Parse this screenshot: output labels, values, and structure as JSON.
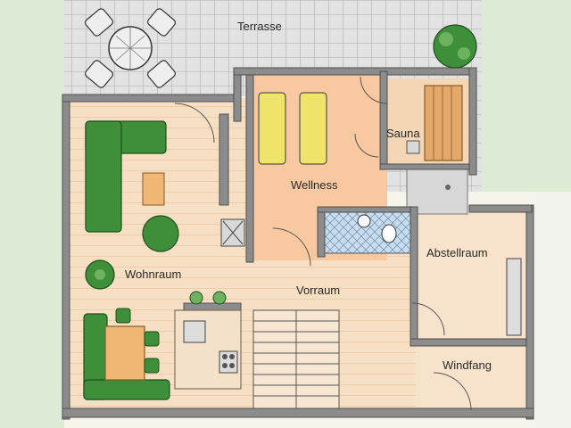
{
  "rooms": {
    "terrace": "Terrasse",
    "sauna": "Sauna",
    "wellness": "Wellness",
    "storage": "Abstellraum",
    "living": "Wohnraum",
    "hall": "Vorraum",
    "entry": "Windfang"
  },
  "colors": {
    "background": "#f7f4ec",
    "outside_green": "#dcead6",
    "wall": "#8c8c8c",
    "wall_dark": "#5f5f5f",
    "wood_floor": "#f6dcc0",
    "wellness_floor": "#f8c8a0",
    "terrace_tile": "#dcdcdc",
    "sauna_wood": "#e3a86a",
    "bathroom_tile": "#bcd6ea",
    "sofa_green": "#3f8f3a",
    "lounger_yellow": "#efe36a",
    "table_wood": "#f0b774"
  }
}
